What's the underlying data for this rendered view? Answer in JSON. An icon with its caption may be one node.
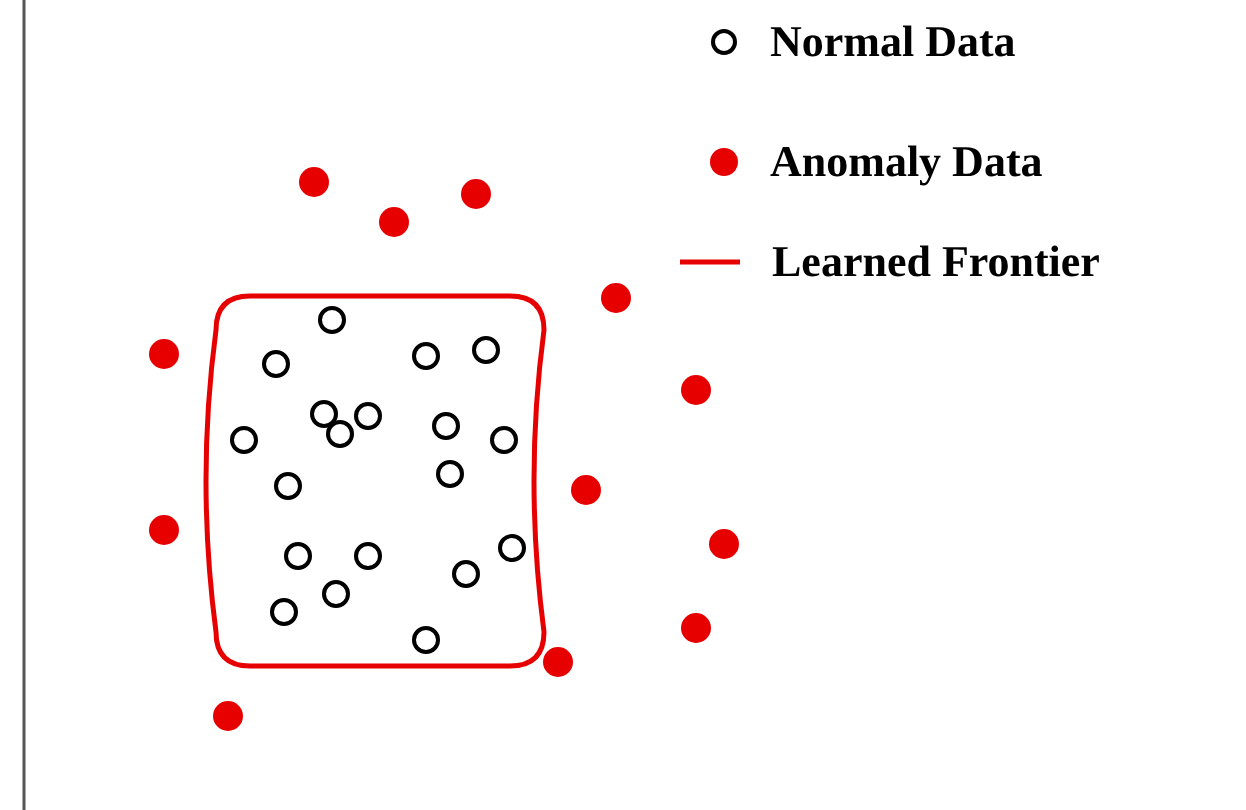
{
  "diagram": {
    "legend": [
      {
        "text": "Normal Data"
      },
      {
        "text": "Anomaly Data"
      },
      {
        "text": "Learned Frontier"
      }
    ]
  }
}
